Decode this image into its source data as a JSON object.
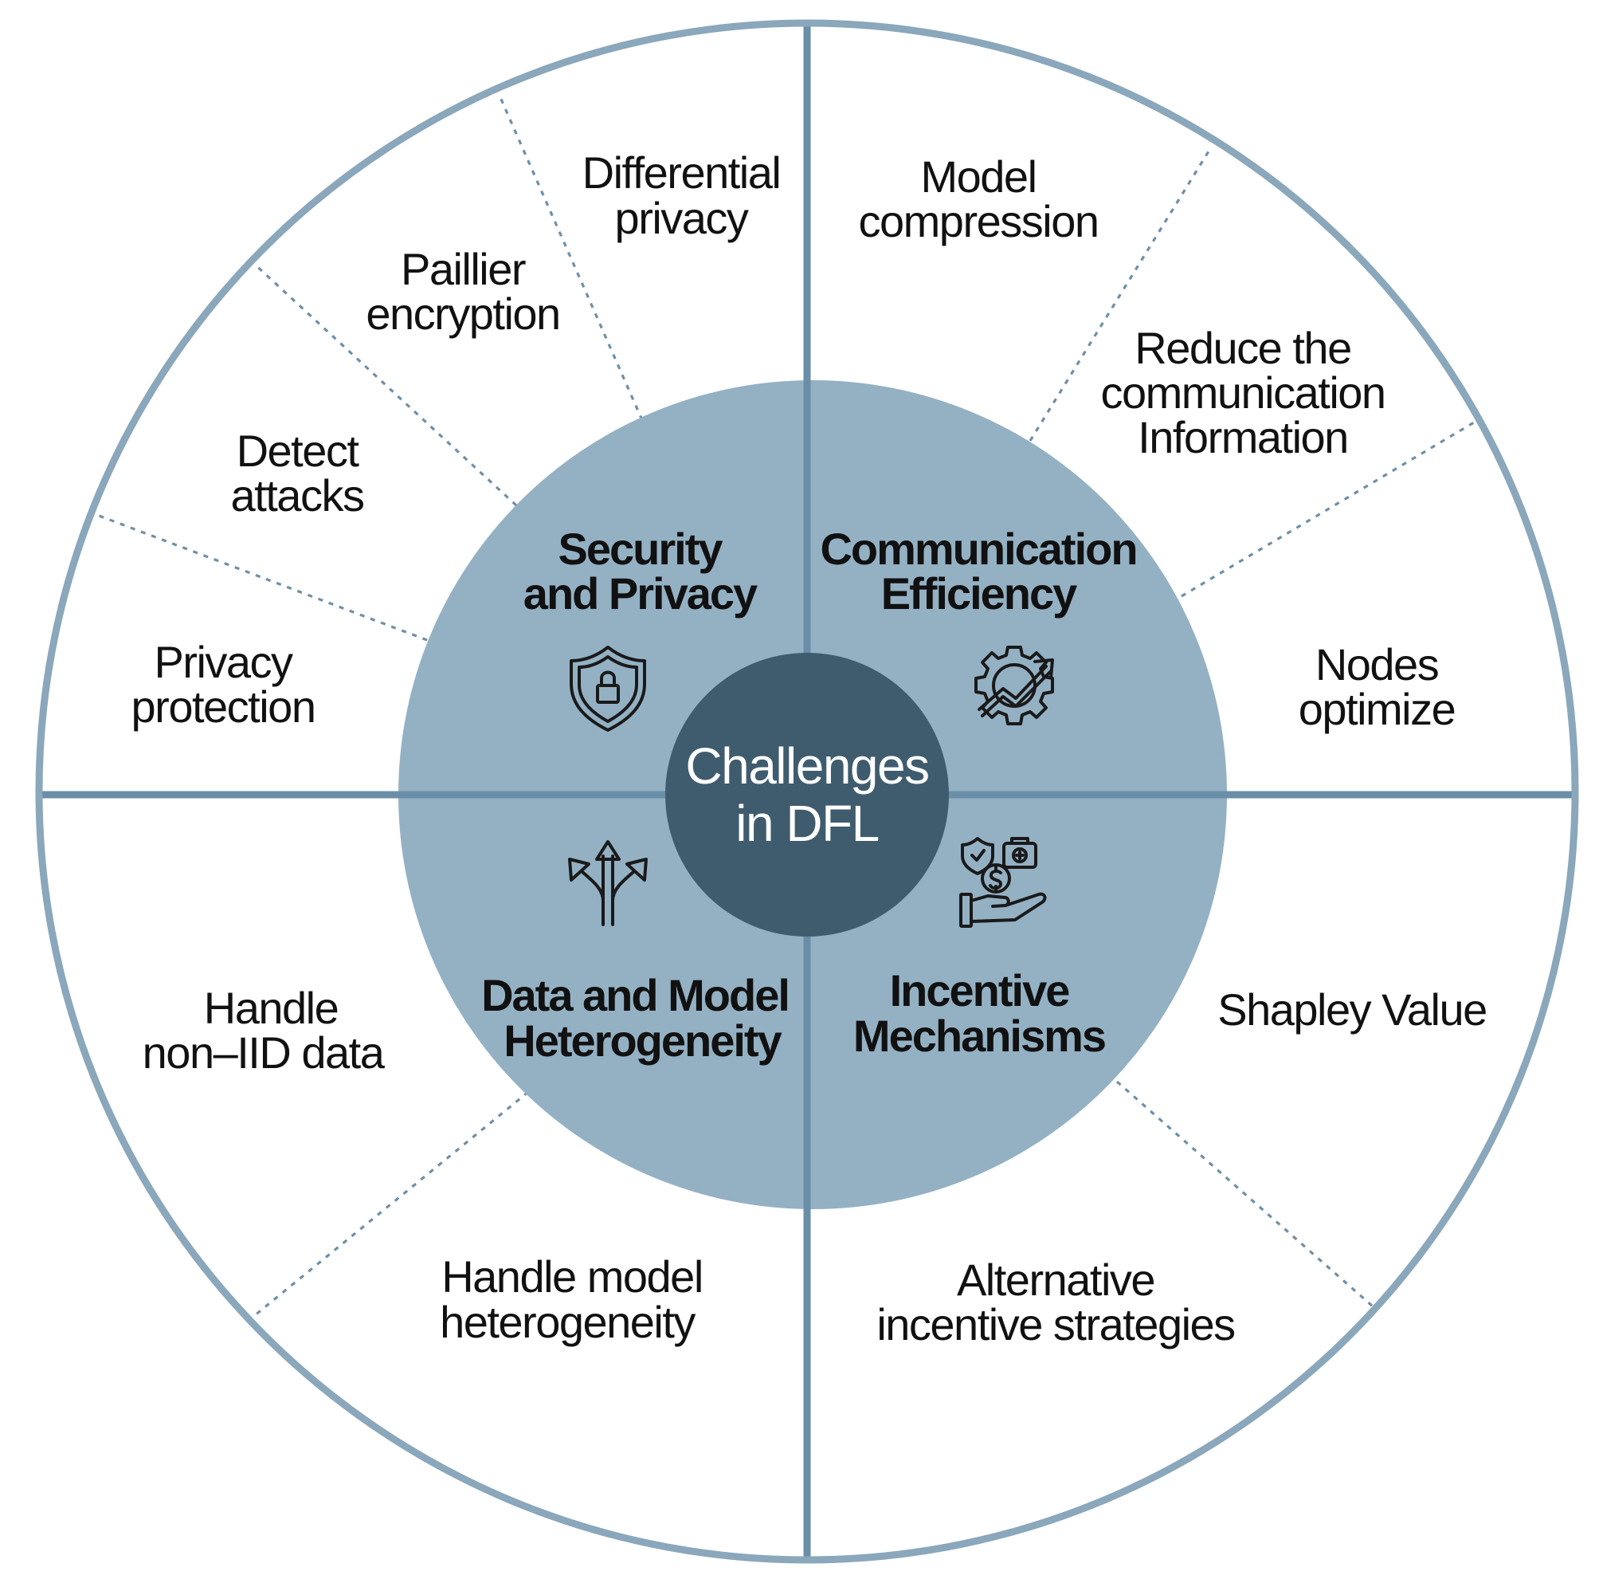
{
  "center": {
    "line1": "Challenges",
    "line2": "in DFL"
  },
  "categories": {
    "security": {
      "line1": "Security",
      "line2": "and Privacy",
      "icon": "shield-lock-icon"
    },
    "communication": {
      "line1": "Communication",
      "line2": "Efficiency",
      "icon": "gear-trend-icon"
    },
    "heterogeneity": {
      "line1": "Data and Model",
      "line2": "Heterogeneity",
      "icon": "branching-arrows-icon"
    },
    "incentive": {
      "line1": "Incentive",
      "line2": "Mechanisms",
      "icon": "hand-coin-icon"
    }
  },
  "leaves": {
    "differential_privacy": {
      "line1": "Differential",
      "line2": "privacy"
    },
    "paillier_encryption": {
      "line1": "Paillier",
      "line2": "encryption"
    },
    "detect_attacks": {
      "line1": "Detect",
      "line2": "attacks"
    },
    "privacy_protection": {
      "line1": "Privacy",
      "line2": "protection"
    },
    "model_compression": {
      "line1": "Model",
      "line2": "compression"
    },
    "reduce_communication": {
      "line1": "Reduce the",
      "line2": "communication",
      "line3": "Information"
    },
    "nodes_optimize": {
      "line1": "Nodes",
      "line2": "optimize"
    },
    "handle_non_iid": {
      "line1": "Handle",
      "line2": "non–IID data"
    },
    "handle_model_heterogeneity": {
      "line1": "Handle model",
      "line2": "heterogeneity"
    },
    "shapley_value": {
      "line1": "Shapley Value"
    },
    "alternative_incentive": {
      "line1": "Alternative",
      "line2": "incentive strategies"
    }
  },
  "colors": {
    "outer_ring": "#8aa7bb",
    "quadrant_lines": "#6a8ea7",
    "middle_disc": "#94b1c4",
    "core_disc": "#3f5c6e",
    "core_text": "#ffffff"
  }
}
